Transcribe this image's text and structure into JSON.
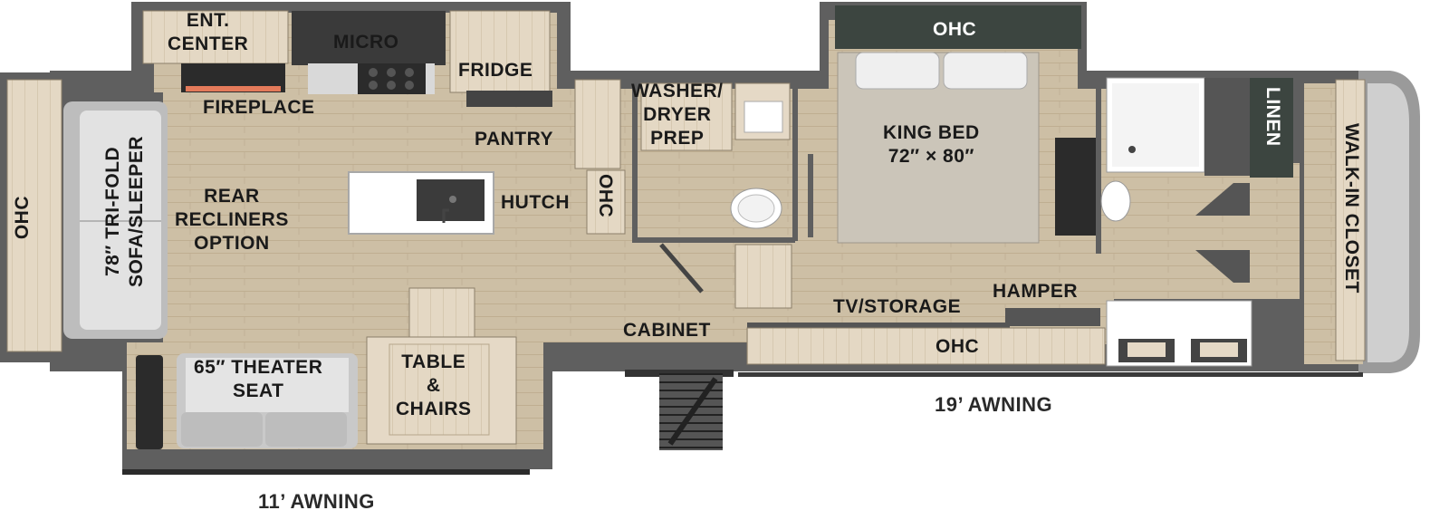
{
  "labels": {
    "ent_center": [
      "ENT.",
      "CENTER"
    ],
    "micro": "MICRO",
    "fridge": "FRIDGE",
    "fireplace": "FIREPLACE",
    "pantry": "PANTRY",
    "washer_dryer": [
      "WASHER/",
      "DRYER",
      "PREP"
    ],
    "hutch": "HUTCH",
    "ohc_hutch": "OHC",
    "ohc_rear": "OHC",
    "sofa": [
      "78″ TRI-FOLD",
      "SOFA/SLEEPER"
    ],
    "recliners": [
      "REAR",
      "RECLINERS",
      "OPTION"
    ],
    "theater": [
      "65″ THEATER",
      "SEAT"
    ],
    "table": [
      "TABLE",
      "&",
      "CHAIRS"
    ],
    "cabinet": "CABINET",
    "ohc_bed": "OHC",
    "king_bed": [
      "KING BED",
      "72″ × 80″"
    ],
    "linen": "LINEN",
    "walkin": "WALK-IN CLOSET",
    "tv_storage": "TV/STORAGE",
    "hamper": "HAMPER",
    "ohc_front": "OHC",
    "awning_front": "19’ AWNING",
    "awning_rear": "11’ AWNING"
  },
  "colors": {
    "wall": "#5f5f5f",
    "floor": "#cbbba0",
    "cabinet": "#e2d6c3",
    "upholstery": "#dedede",
    "bed_cover": "#cbc5b9",
    "ohc_dark": "#3c4540",
    "appliance": "#2b2b2b"
  }
}
